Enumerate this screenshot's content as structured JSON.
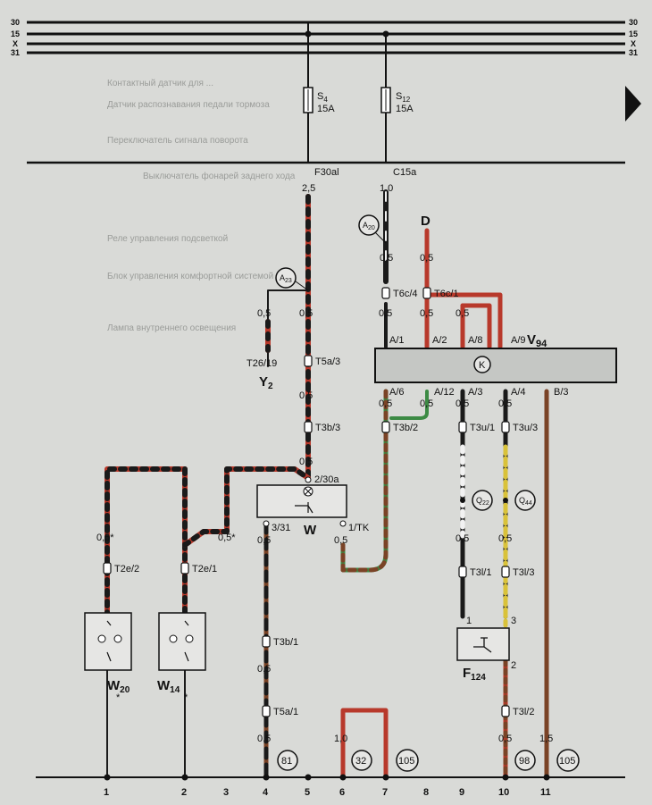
{
  "colors": {
    "paper": "#d9dad7",
    "ink": "#111111",
    "wire_red": "#b8392b",
    "wire_green": "#3c8a44",
    "wire_yellow": "#d9c23a",
    "wire_white": "#f2f2f2",
    "wire_brown": "#7a4326",
    "wire_black": "#1a1a1a",
    "relay_gray": "#b9bbb8",
    "arrow": "#111111"
  },
  "bus_lines": {
    "left": [
      "30",
      "15",
      "X",
      "31"
    ],
    "right": [
      "30",
      "15",
      "X",
      "31"
    ]
  },
  "fuses": [
    {
      "id": "S4",
      "main": "S",
      "sub": "4",
      "rating": "15A"
    },
    {
      "id": "S12",
      "main": "S",
      "sub": "12",
      "rating": "15A"
    }
  ],
  "fuse_terminals": [
    "F30al",
    "C15a"
  ],
  "connectors": {
    "A23": {
      "main": "A",
      "sub": "23"
    },
    "A20": {
      "main": "A",
      "sub": "20"
    },
    "Q22": {
      "main": "Q",
      "sub": "22"
    },
    "Q44": {
      "main": "Q",
      "sub": "44"
    },
    "K": {
      "main": "K"
    }
  },
  "label_D": "D",
  "plugs": {
    "T6c4": "T6c/4",
    "T6c1": "T6c/1",
    "T5a3": "T5a/3",
    "T3b3": "T3b/3",
    "T3b2": "T3b/2",
    "T3u1": "T3u/1",
    "T3u3": "T3u/3",
    "T2e2": "T2e/2",
    "T2e1": "T2e/1",
    "T3l1": "T3l/1",
    "T3l3": "T3l/3",
    "T3b1": "T3b/1",
    "T5a1": "T5a/1",
    "T3l2": "T3l/2",
    "T26_19": "T26/19"
  },
  "module": {
    "name_main": "V",
    "name_sub": "94",
    "pins_top": [
      "A/1",
      "A/2",
      "A/8",
      "A/9"
    ],
    "pins_bottom": [
      "A/6",
      "A/12",
      "A/3",
      "A/4",
      "B/3"
    ]
  },
  "components": {
    "Y2": {
      "main": "Y",
      "sub": "2"
    },
    "W": {
      "main": "W"
    },
    "W20": {
      "main": "W",
      "sub": "20",
      "note": "*"
    },
    "W14": {
      "main": "W",
      "sub": "14",
      "note": "*"
    },
    "F124": {
      "main": "F",
      "sub": "124"
    }
  },
  "terminals": {
    "w_230a": "2/30a",
    "w_331": "3/31",
    "w_1tk": "1/TK",
    "f124_1": "1",
    "f124_3": "3",
    "f124_2": "2"
  },
  "wire_sizes": {
    "s25": "2,5",
    "s10a": "1,0",
    "s05": "0,5",
    "s05star": "0,5*",
    "s10b": "1,0",
    "s15": "1,5"
  },
  "references": [
    "81",
    "32",
    "105",
    "98",
    "105"
  ],
  "columns": [
    "1",
    "2",
    "3",
    "4",
    "5",
    "6",
    "7",
    "8",
    "9",
    "10",
    "11"
  ],
  "background_text": [
    "Контактный датчик для ...",
    "Датчик распознавания педали тормоза",
    "Переключатель сигнала поворота",
    "Выключатель фонарей заднего хода",
    "Реле управления подсветкой",
    "Блок управления комфортной системой",
    "Лампа внутреннего освещения"
  ]
}
